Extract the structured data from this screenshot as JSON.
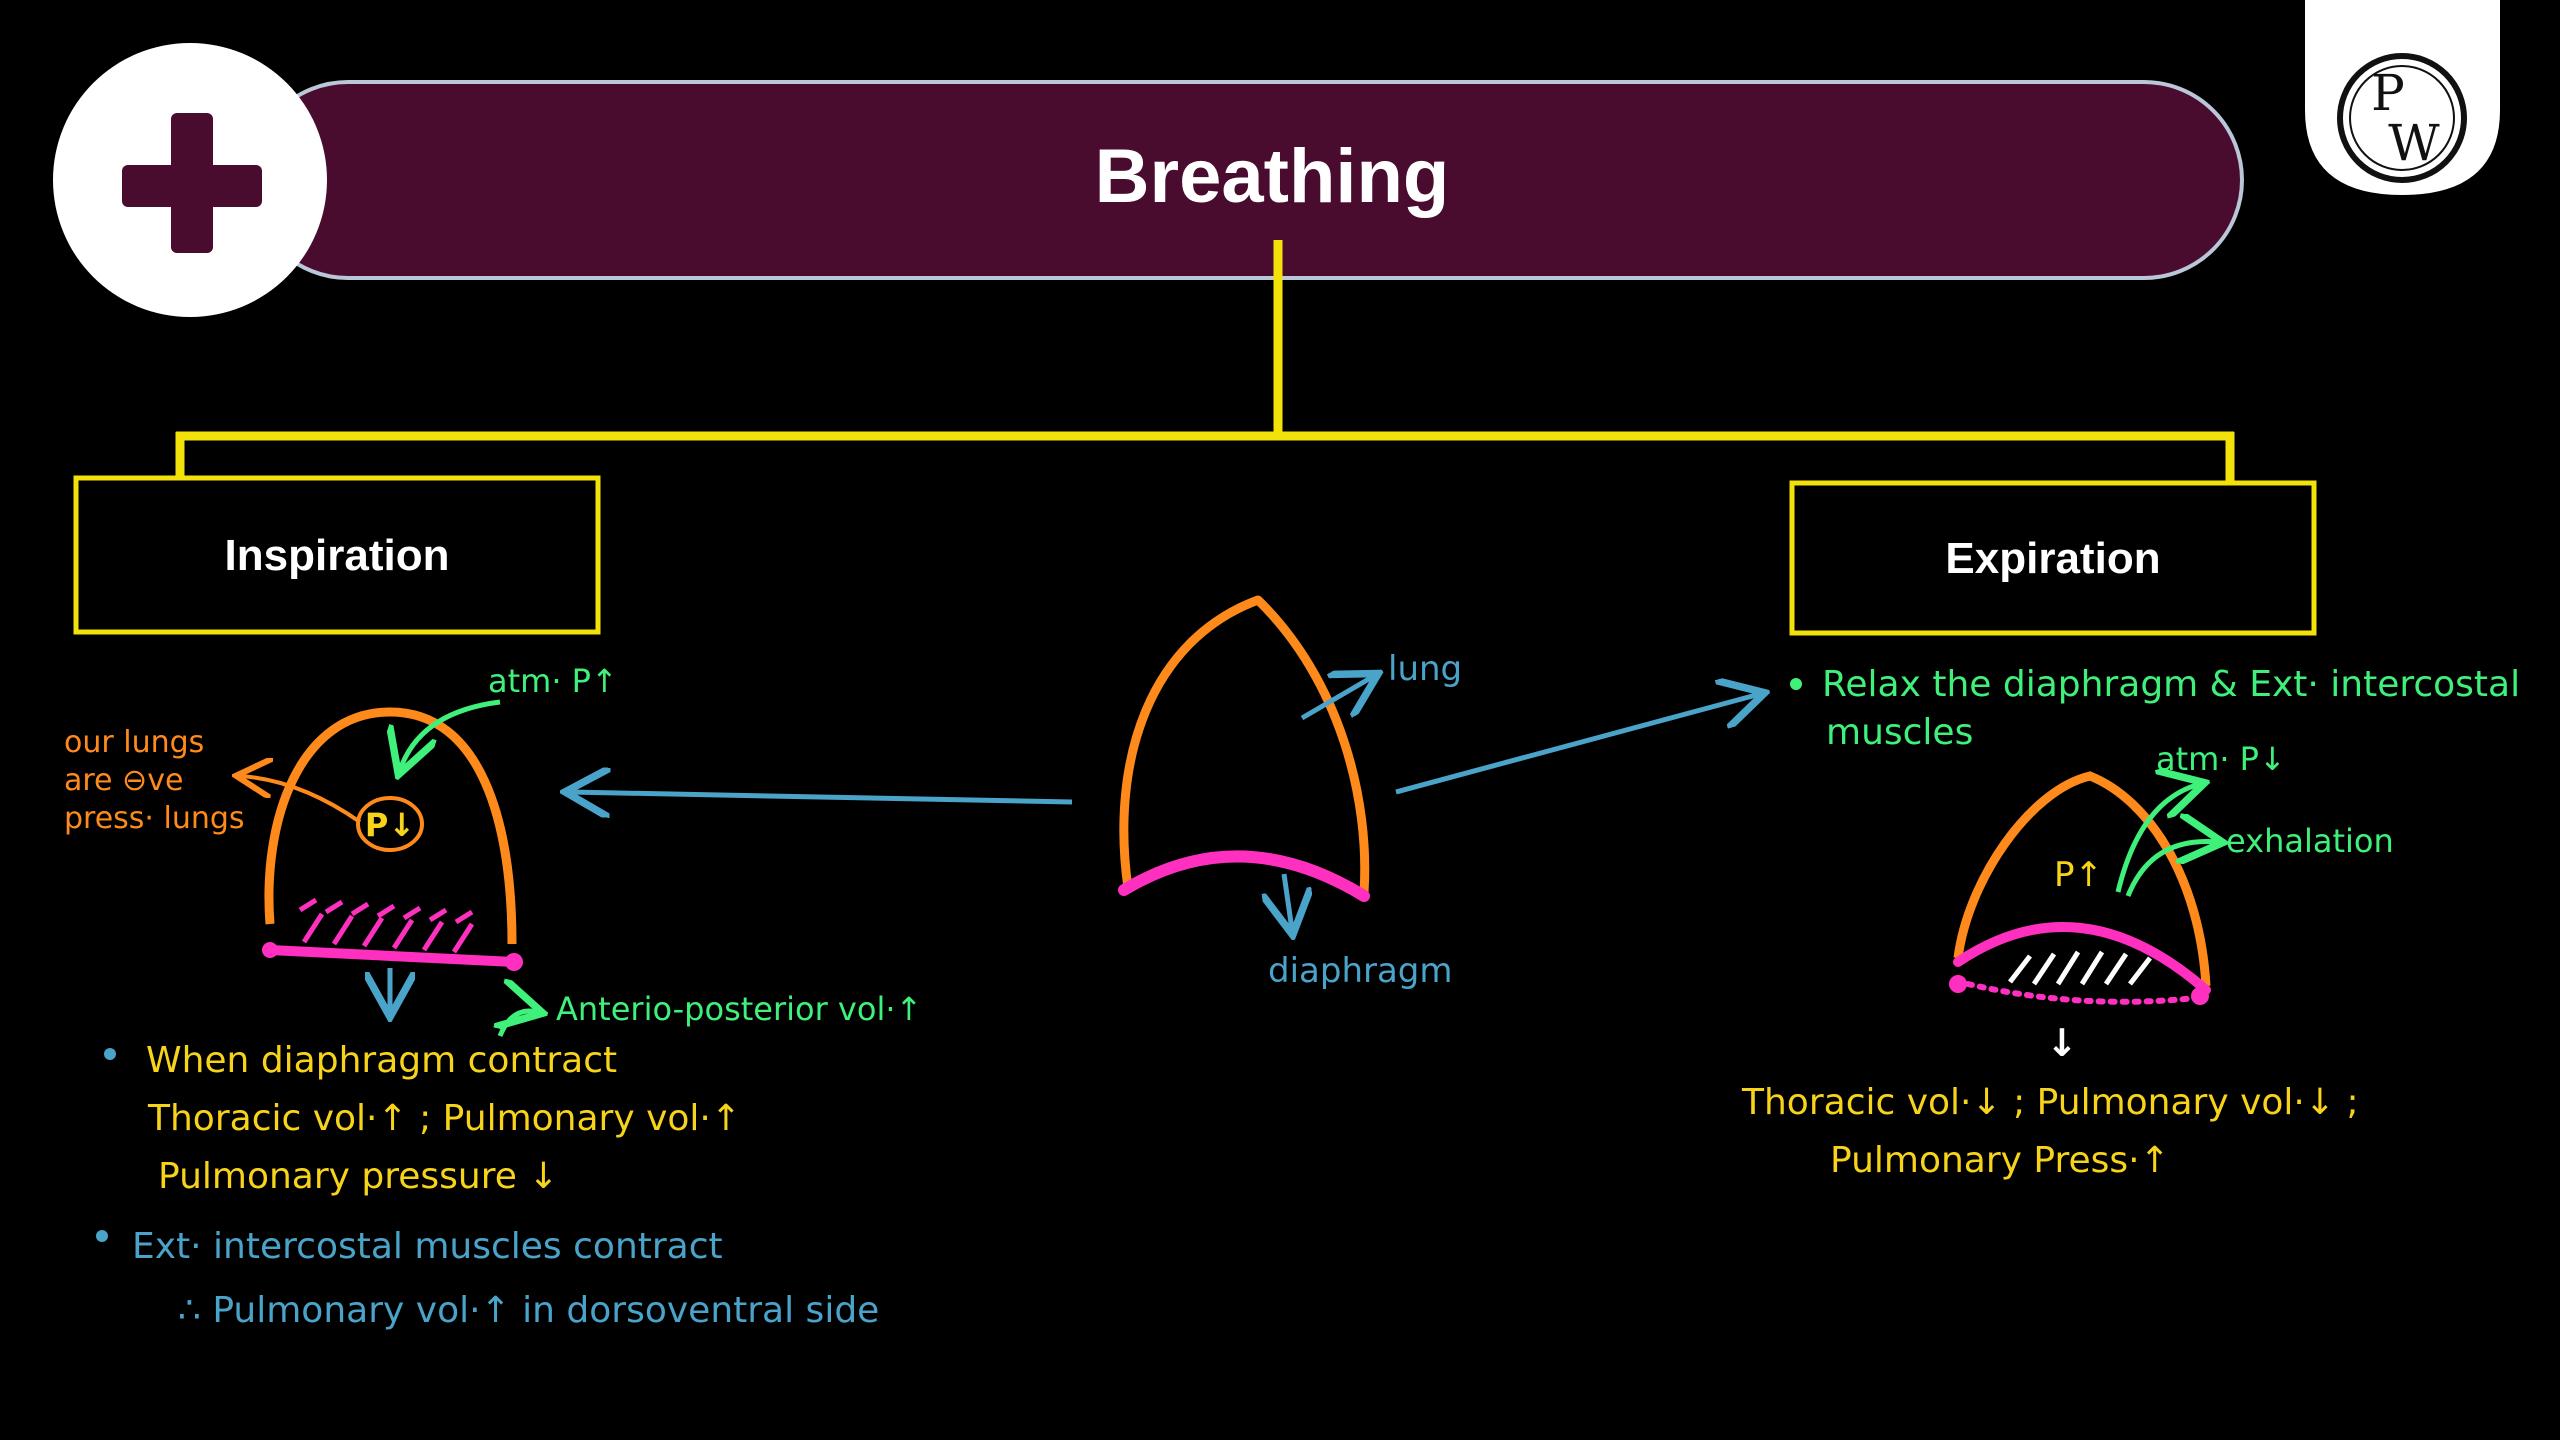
{
  "header": {
    "title": "Breathing",
    "logo_text_p": "P",
    "logo_text_w": "W"
  },
  "boxes": {
    "inspiration": "Inspiration",
    "expiration": "Expiration"
  },
  "center": {
    "lung": "lung",
    "diaphragm": "diaphragm"
  },
  "inspiration": {
    "atm": "atm· P↑",
    "p_inside": "P↓",
    "side_note": [
      "our lungs",
      "are ⊖ve",
      "press· lungs"
    ],
    "ap_vol": "Anterio-posterior vol·↑",
    "notes": [
      "When diaphragm contract",
      "Thoracic vol·↑ ; Pulmonary vol·↑",
      "Pulmonary pressure ↓",
      "Ext· intercostal muscles contract",
      "∴ Pulmonary vol·↑ in dorsoventral side"
    ]
  },
  "expiration": {
    "relax_line1": "Relax the diaphragm & Ext· intercostal",
    "relax_line2": "muscles",
    "atm": "atm· P↓",
    "p_inside": "P↑",
    "exhalation": "exhalation",
    "down_arrow": "↓",
    "result_line1": "Thoracic vol·↓ ; Pulmonary vol·↓ ;",
    "result_line2": "Pulmonary Press·↑"
  },
  "colors": {
    "header_bg": "#4a0c2e",
    "connector": "#f2e20a",
    "orange": "#ff8a1c",
    "pink": "#ff2fc0",
    "blue": "#4aa3c9",
    "green": "#3ff07a",
    "yellow": "#f7d31a"
  }
}
